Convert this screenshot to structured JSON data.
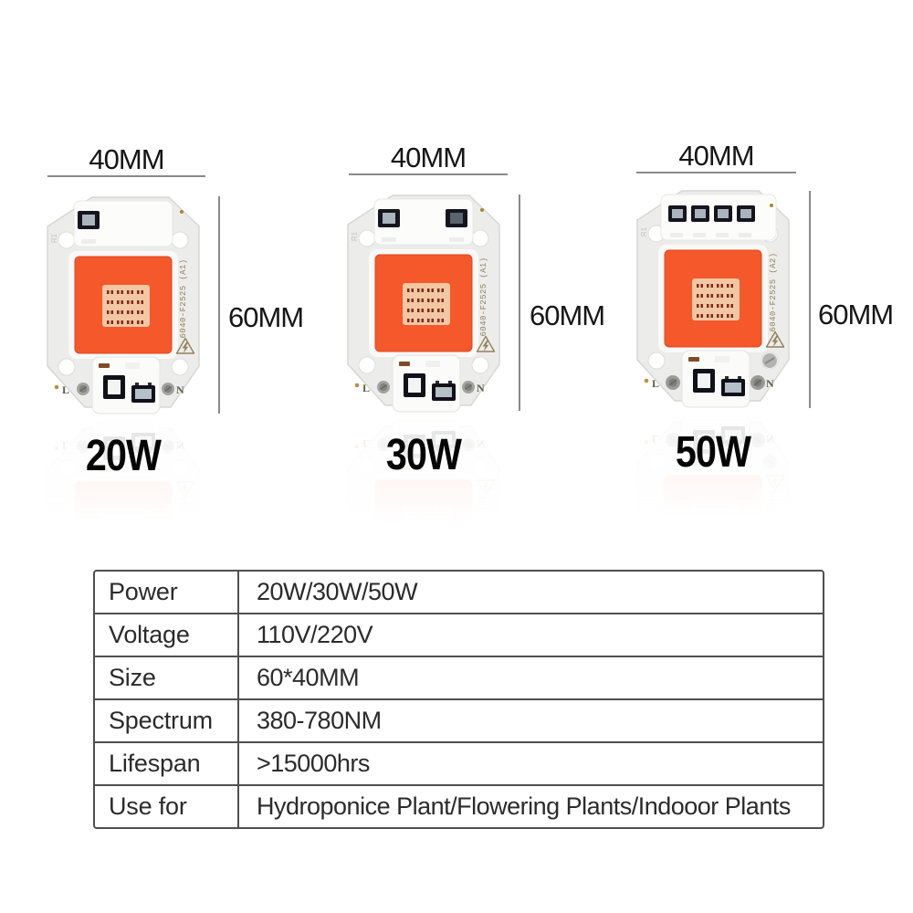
{
  "chips": [
    {
      "wattage": "20W",
      "width_label": "40MM",
      "height_label": "60MM",
      "side_marking": "6040-F2525 (A1)",
      "terminal_left": "L",
      "terminal_right": "N",
      "corner_marking": "R1",
      "ic_count": 1
    },
    {
      "wattage": "30W",
      "width_label": "40MM",
      "height_label": "60MM",
      "side_marking": "6040-F2525 (A1)",
      "terminal_left": "L",
      "terminal_right": "N",
      "corner_marking": "R1",
      "ic_count": 2
    },
    {
      "wattage": "50W",
      "width_label": "40MM",
      "height_label": "60MM",
      "side_marking": "6040-F2525 (A2)",
      "terminal_left": "L",
      "terminal_right": "N",
      "corner_marking": "R1",
      "ic_count": 4
    }
  ],
  "spec_table": {
    "rows": [
      {
        "label": "Power",
        "value": "20W/30W/50W"
      },
      {
        "label": "Voltage",
        "value": "110V/220V"
      },
      {
        "label": "Size",
        "value": "60*40MM"
      },
      {
        "label": "Spectrum",
        "value": "380-780NM"
      },
      {
        "label": "Lifespan",
        "value": ">15000hrs"
      },
      {
        "label": "Use for",
        "value": "Hydroponice Plant/Flowering Plants/Indooor Plants"
      }
    ]
  },
  "colors": {
    "led_orange": "#f4582b",
    "led_inner": "#f2c7a3",
    "pcb_white": "#ecedeb",
    "marking_bronze": "#93825a",
    "dimension_line_gray": "#8a8a8a",
    "table_border_gray": "#4f4f4f"
  }
}
